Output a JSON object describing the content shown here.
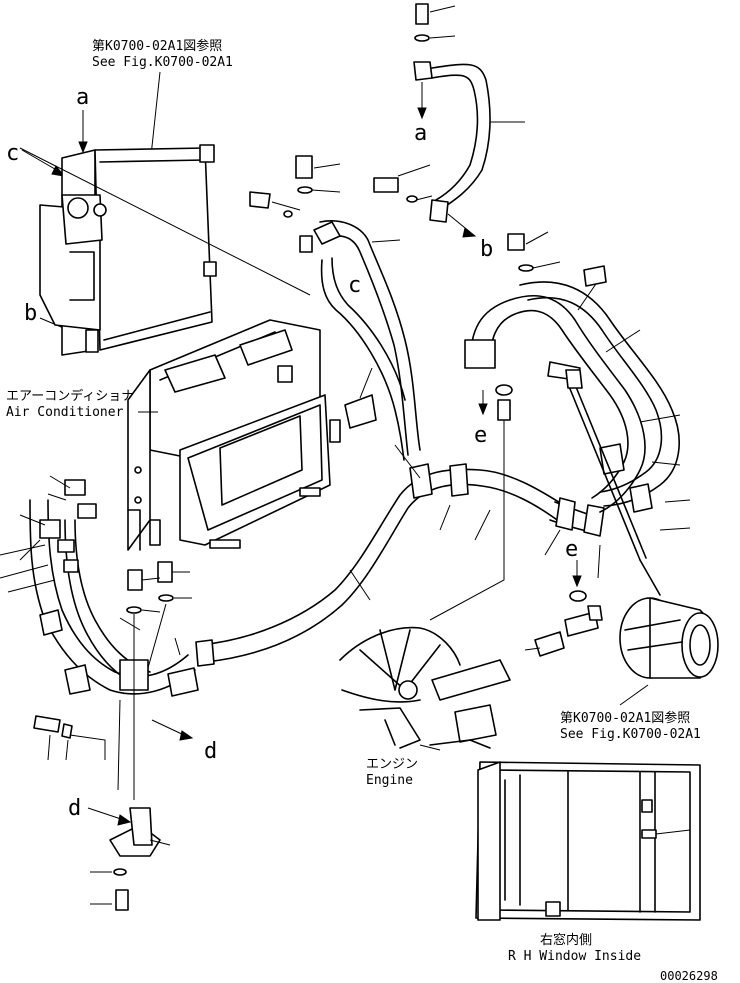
{
  "references": {
    "top": {
      "jp": "第K0700-02A1図参照",
      "en": "See Fig.K0700-02A1"
    },
    "bottom": {
      "jp": "第K0700-02A1図参照",
      "en": "See Fig.K0700-02A1"
    }
  },
  "air_conditioner": {
    "jp": "エアーコンディショナ",
    "en": "Air Conditioner"
  },
  "engine": {
    "jp": "エンジン",
    "en": "Engine"
  },
  "window": {
    "jp": "右窓内側",
    "en": "R H  Window Inside"
  },
  "callout_letters": {
    "a_top": "a",
    "a_right": "a",
    "b_left": "b",
    "b_right": "b",
    "c_left": "c",
    "c_mid": "c",
    "d_mid": "d",
    "d_bottom": "d",
    "e_mid": "e",
    "e_right": "e"
  },
  "drawing_number": "00026298"
}
